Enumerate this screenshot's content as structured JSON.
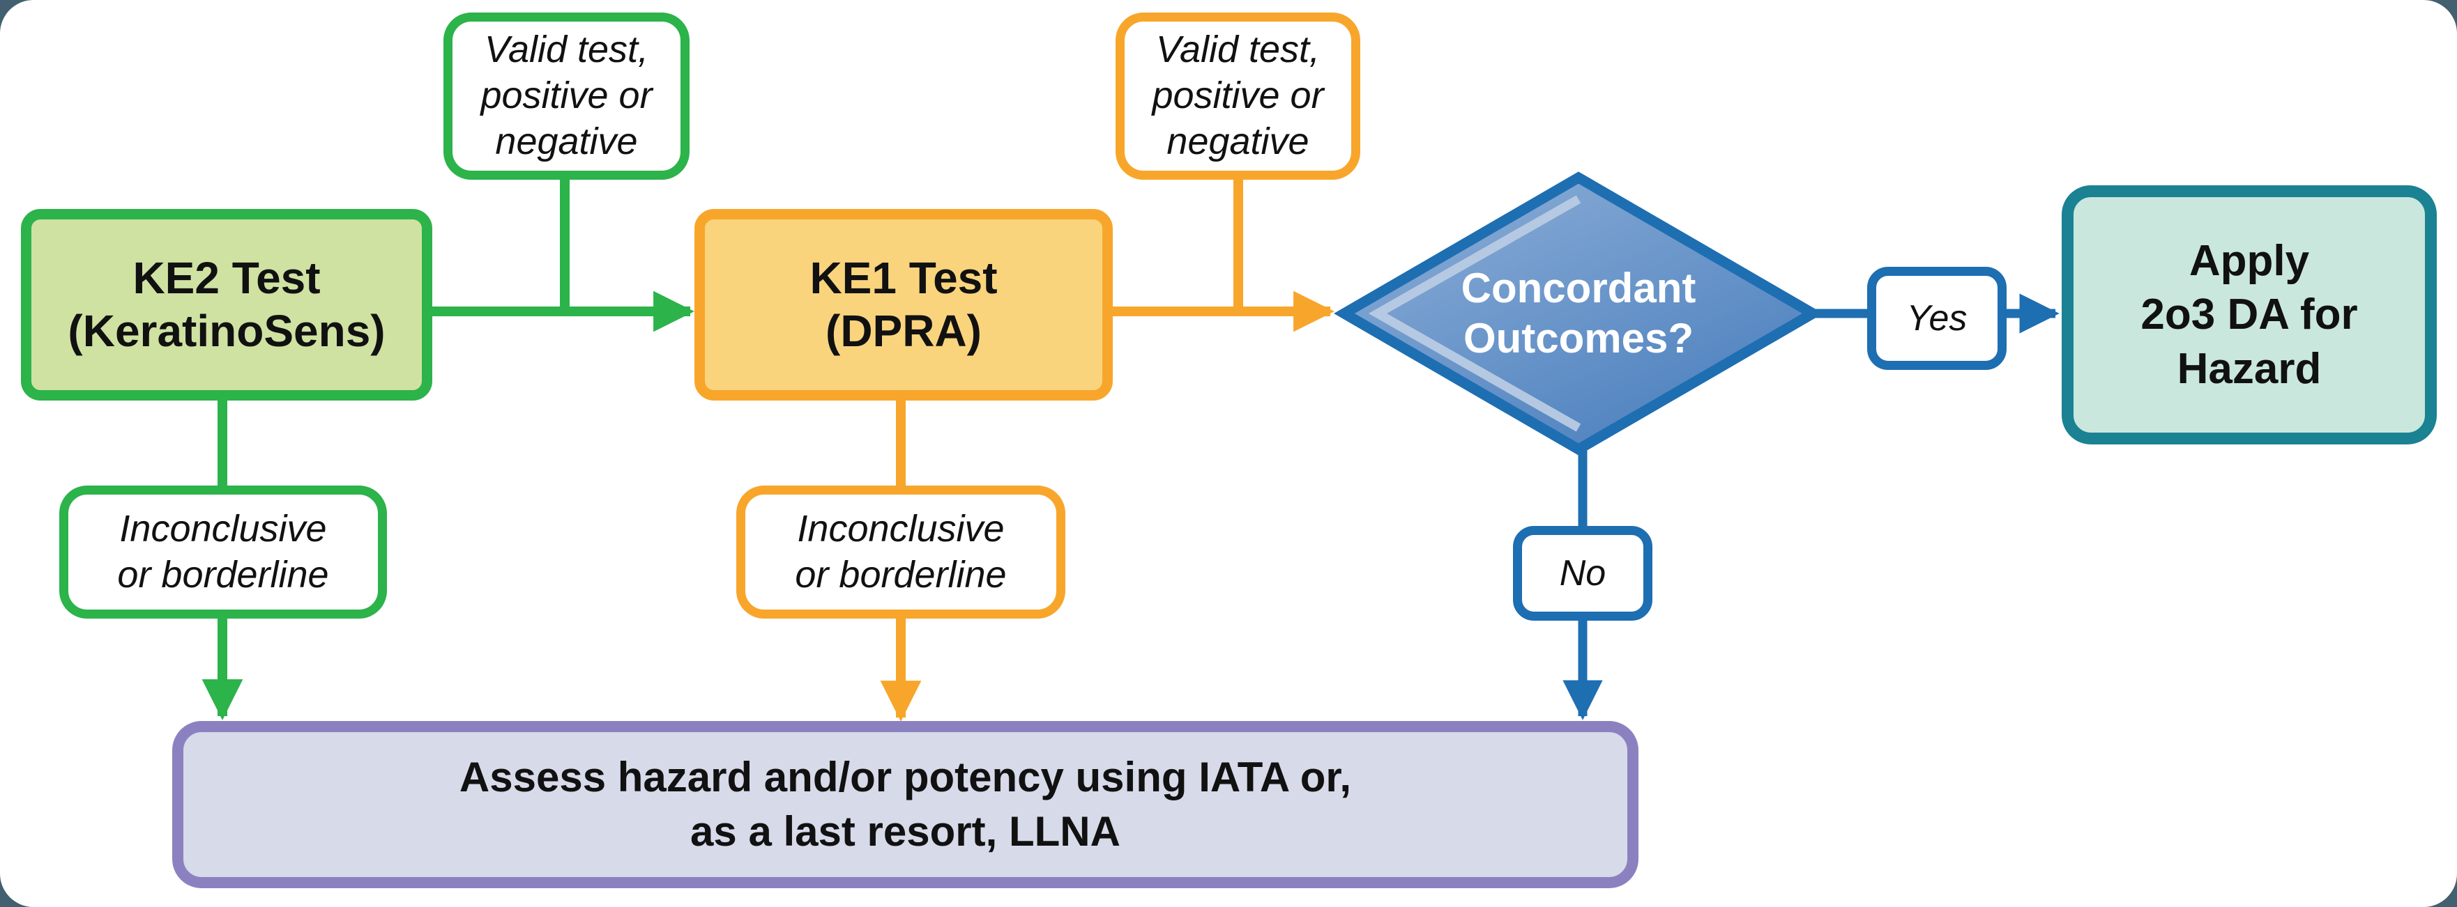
{
  "flowchart": {
    "ke2": {
      "label": "KE2 Test\n(KeratinoSens)"
    },
    "ke2_valid": {
      "label": "Valid test,\npositive or\nnegative"
    },
    "ke2_inconclusive": {
      "label": "Inconclusive\nor borderline"
    },
    "ke1": {
      "label": "KE1 Test\n(DPRA)"
    },
    "ke1_valid": {
      "label": "Valid test,\npositive or\nnegative"
    },
    "ke1_inconclusive": {
      "label": "Inconclusive\nor borderline"
    },
    "decision": {
      "label": "Concordant\nOutcomes?"
    },
    "yes": {
      "label": "Yes"
    },
    "no": {
      "label": "No"
    },
    "apply_da": {
      "label": "Apply\n2o3 DA for\nHazard"
    },
    "assess": {
      "label": "Assess hazard and/or potency using IATA or,\nas a last resort, LLNA"
    }
  },
  "colors": {
    "page_background": "#42606F",
    "canvas_background": "#FFFFFF",
    "green_accent": "#2CB34A",
    "green_fill": "#CFE2A2",
    "orange_accent": "#F8A62B",
    "orange_fill": "#FAD47D",
    "blue_accent": "#1E6EB2",
    "diamond_fill_light": "#8FB0D8",
    "diamond_fill_dark": "#4C80BE",
    "teal_accent": "#1A8292",
    "teal_fill": "#CAE7DD",
    "purple_accent": "#8C81C0",
    "purple_fill": "#D6DAE9",
    "text": "#111111"
  }
}
